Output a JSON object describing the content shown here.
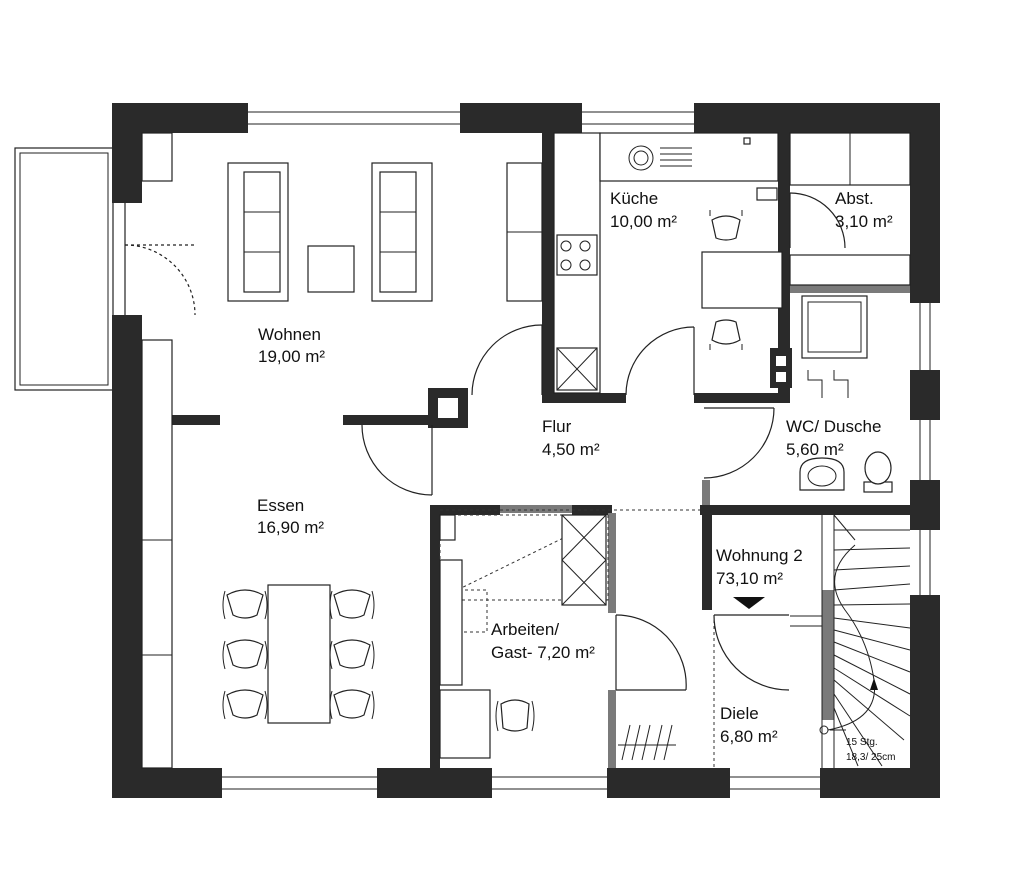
{
  "rooms": {
    "wohnen": {
      "name": "Wohnen",
      "area": "19,00 m²"
    },
    "kueche": {
      "name": "Küche",
      "area": "10,00 m²"
    },
    "abst": {
      "name": "Abst.",
      "area": "3,10 m²"
    },
    "flur": {
      "name": "Flur",
      "area": "4,50 m²"
    },
    "wc": {
      "name": "WC/ Dusche",
      "area": "5,60 m²"
    },
    "essen": {
      "name": "Essen",
      "area": "16,90 m²"
    },
    "arbeiten": {
      "name": "Arbeiten/",
      "area": "Gast- 7,20 m²"
    },
    "wohnung": {
      "name": "Wohnung 2",
      "area": "73,10 m²"
    },
    "diele": {
      "name": "Diele",
      "area": "6,80 m²"
    }
  },
  "stairs": {
    "steps": "15 Stg.",
    "size": "18,3/ 25cm"
  },
  "colors": {
    "wall": "#2a2a2a",
    "wall_secondary": "#7a7a7a",
    "line": "#222222",
    "background": "#ffffff"
  }
}
